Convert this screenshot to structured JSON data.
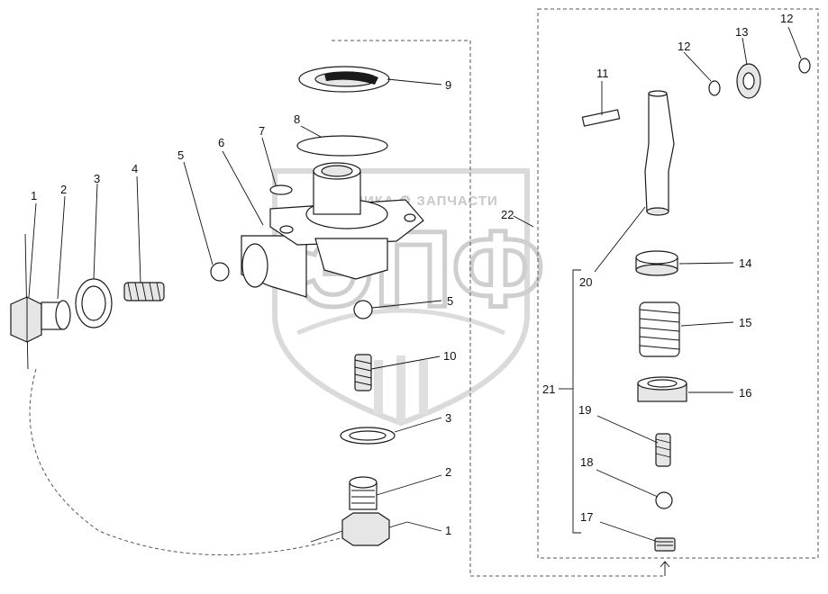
{
  "diagram": {
    "labels": {
      "p1_left": "1",
      "p2_left": "2",
      "p3_left": "3",
      "p4": "4",
      "p5_left": "5",
      "p6": "6",
      "p7": "7",
      "p8": "8",
      "p9": "9",
      "p10": "10",
      "p11": "11",
      "p12_a": "12",
      "p12_b": "12",
      "p13": "13",
      "p14": "14",
      "p15": "15",
      "p16": "16",
      "p17": "17",
      "p18": "18",
      "p19": "19",
      "p20": "20",
      "p21": "21",
      "p22": "22",
      "p5_right": "5",
      "p3_right": "3",
      "p2_bottom": "2",
      "p1_bottom": "1"
    },
    "watermark": {
      "company": "ТЕХНИКА ⚙ ЗАПЧАСТИ",
      "logo": "ЭПФ"
    }
  }
}
